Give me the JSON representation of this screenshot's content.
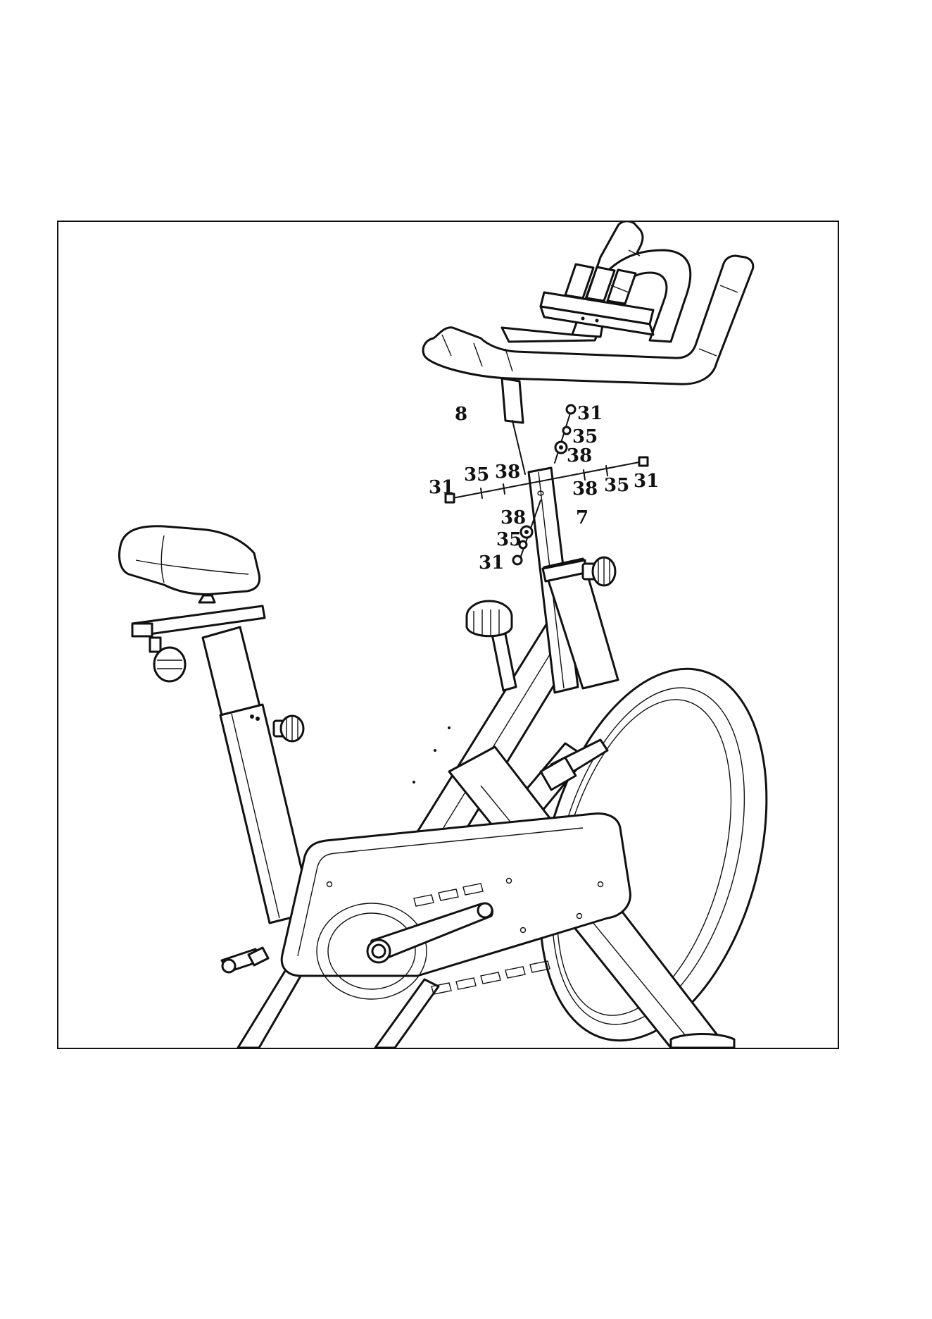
{
  "diagram": {
    "title": "",
    "labels": {
      "part_8": "8",
      "part_7": "7",
      "top_bolt": "31",
      "top_washer": "35",
      "top_spacer": "38",
      "left_bolt": "31",
      "left_washer": "35",
      "left_spacer": "38",
      "right_spacer": "38",
      "right_washer": "35",
      "right_bolt": "31",
      "lower_spacer": "38",
      "lower_washer": "35",
      "lower_bolt": "31"
    }
  }
}
